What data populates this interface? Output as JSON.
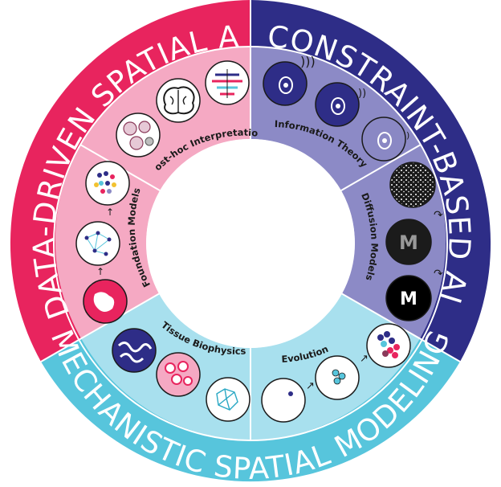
{
  "outer_ring": {
    "top_left": "DATA-DRIVEN SPATIAL AI",
    "top_right": "CONSTRAINT-BASED AI",
    "bottom": "MECHANISTIC SPATIAL MODELING"
  },
  "sectors": {
    "post_hoc": "Post-hoc Interpretation",
    "foundation": "Foundation Models",
    "information": "Information Theory",
    "diffusion": "Diffusion Models",
    "tissue": "Tissue Biophysics",
    "evolution": "Evolution"
  },
  "diffusion_final_letter": "M",
  "colors": {
    "data_driven": "#e8245e",
    "data_driven_light": "#f29ab6",
    "constraint": "#2e2d87",
    "constraint_light": "#8a88c4",
    "mechanistic": "#57c5dc",
    "mechanistic_light": "#a8e0ee"
  }
}
